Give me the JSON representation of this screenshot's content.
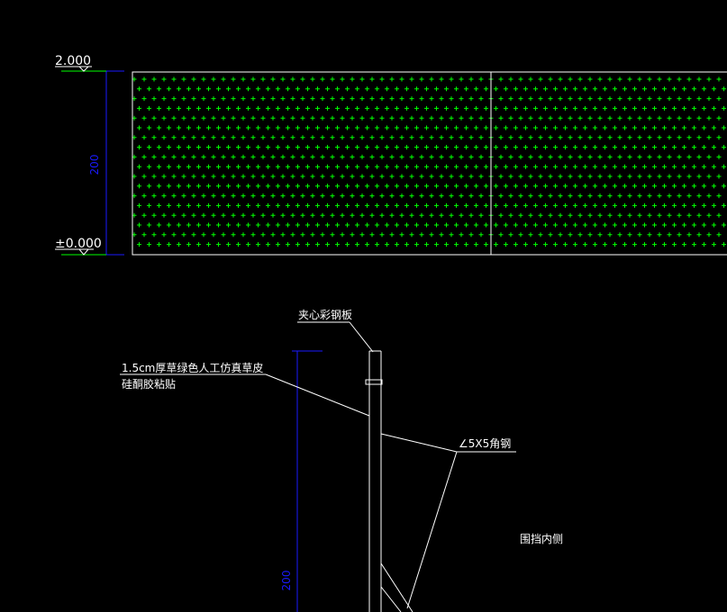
{
  "elevation": {
    "level_top": "2.000",
    "level_bottom": "±0.000",
    "height_dim": "200"
  },
  "section": {
    "label_panel": "夹心彩钢板",
    "label_turf_line1": "1.5cm厚草绿色人工仿真草皮",
    "label_turf_line2": "硅酮胶粘贴",
    "label_angle": "∠5X5角钢",
    "label_inner": "围挡内侧",
    "height_dim": "200"
  },
  "colors": {
    "background": "#000000",
    "lines": "#ffffff",
    "dimension": "#1a1aff",
    "hatch": "#00ff00"
  }
}
